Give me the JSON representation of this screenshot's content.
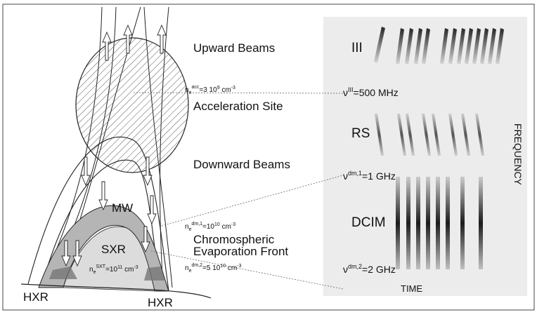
{
  "labels": {
    "upward_beams": "Upward Beams",
    "acceleration_site": "Acceleration Site",
    "downward_beams": "Downward Beams",
    "mw": "MW",
    "sxr": "SXR",
    "evap_line1": "Chromospheric",
    "evap_line2": "Evaporation Front",
    "hxr_left": "HXR",
    "hxr_right": "HXR"
  },
  "densities": {
    "acc": {
      "base": "n",
      "sub": "e",
      "sup": "acc",
      "value": "=3 10",
      "exp": "9",
      "unit": " cm",
      "unit_exp": "-3"
    },
    "dm1": {
      "base": "n",
      "sub": "e",
      "sup": "dm,1",
      "value": "=10",
      "exp": "10",
      "unit": " cm",
      "unit_exp": "-3"
    },
    "dm2": {
      "base": "n",
      "sub": "e",
      "sup": "dm,2",
      "value": "=5 10",
      "exp": "10",
      "unit": " cm",
      "unit_exp": "-3"
    },
    "sxt": {
      "base": "n",
      "sub": "e",
      "sup": "SXT",
      "value": "=10",
      "exp": "11",
      "unit": " cm",
      "unit_exp": "-3"
    }
  },
  "spectrogram": {
    "bursts": {
      "iii": "III",
      "rs": "RS",
      "dcim": "DCIM"
    },
    "freq": {
      "iii": {
        "base": "ν",
        "sup": "III",
        "value": "=500 MHz"
      },
      "dm1": {
        "base": "ν",
        "sup": "dm,1",
        "value": "=1 GHz"
      },
      "dm2": {
        "base": "ν",
        "sup": "dm,2",
        "value": "=2 GHz"
      }
    },
    "axes": {
      "x": "TIME",
      "y": "FREQUENCY"
    }
  },
  "colors": {
    "panel_bg": "#ececec",
    "hatch": "#555555",
    "sxr_fill": "#b5b5b5",
    "sxr_inner": "#dcdcdc",
    "burst": "#2a2a2a"
  }
}
